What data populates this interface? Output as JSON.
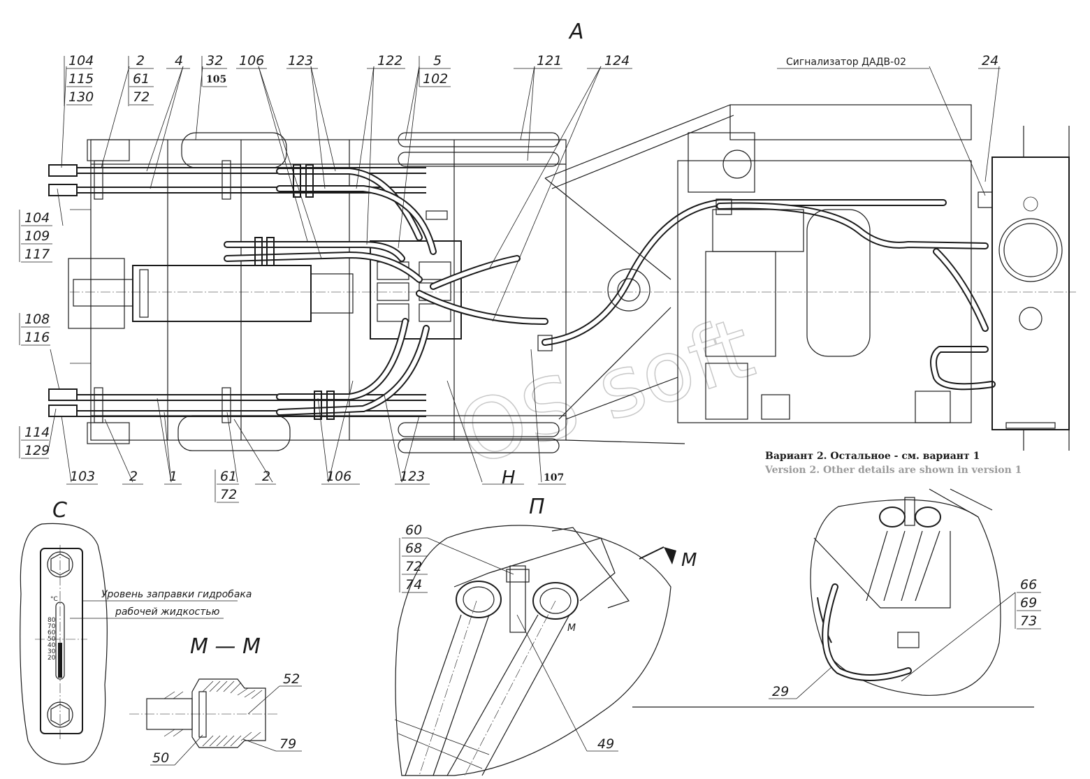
{
  "views": {
    "main": "А",
    "detail_c": "С",
    "detail_p": "П",
    "section_mm": "М — М",
    "section_marker": "М",
    "section_marker_small": "М",
    "detail_h": "Н"
  },
  "main_labels": {
    "l104_top": "104",
    "l115": "115",
    "l130": "130",
    "l2_top": "2",
    "l61_top": "61",
    "l72_top": "72",
    "l4": "4",
    "l32": "32",
    "l105": "105",
    "l106_top": "106",
    "l123_top": "123",
    "l122": "122",
    "l5": "5",
    "l102": "102",
    "l121": "121",
    "l124": "124",
    "l24": "24",
    "l104_mid": "104",
    "l109": "109",
    "l117": "117",
    "l108": "108",
    "l116": "116",
    "l114": "114",
    "l129": "129",
    "l103": "103",
    "l2_bot_a": "2",
    "l1": "1",
    "l61_bot": "61",
    "l72_bot": "72",
    "l2_bot_b": "2",
    "l106_bot": "106",
    "l123_bot": "123",
    "l107": "107"
  },
  "signal": "Сигнализатор ДАДВ-02",
  "variant": {
    "ru": "Вариант 2. Остальное - см. вариант 1",
    "en": "Version 2. Other details are shown in version 1"
  },
  "detail_c": {
    "caption_line1": "Уровень заправки гидробака",
    "caption_line2": "рабочей жидкостью",
    "scale": [
      "80",
      "70",
      "60",
      "50",
      "40",
      "30",
      "20"
    ],
    "unit": "°С"
  },
  "section_labels": {
    "l52": "52",
    "l79": "79",
    "l50": "50"
  },
  "detail_p_labels": {
    "l60": "60",
    "l68": "68",
    "l72": "72",
    "l74": "74",
    "l49": "49"
  },
  "detail_r_labels": {
    "l66": "66",
    "l69": "69",
    "l73": "73",
    "l29": "29"
  },
  "watermark": "OS soft"
}
